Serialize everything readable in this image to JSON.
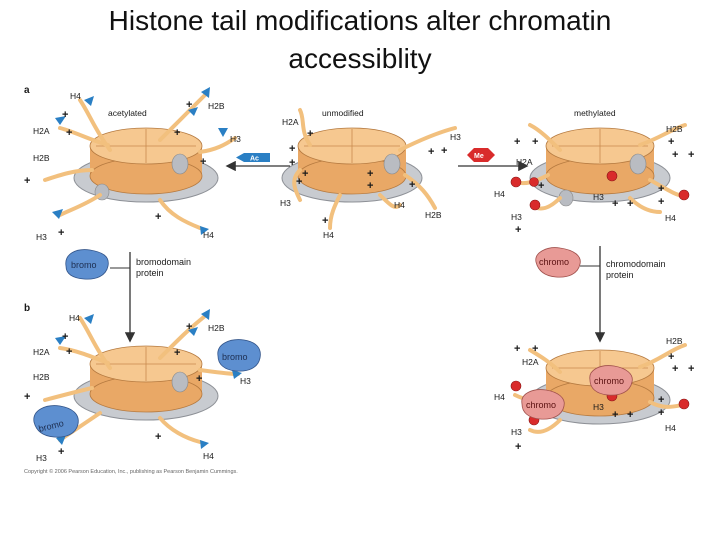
{
  "title": {
    "line1": "Histone tail modifications alter chromatin",
    "line2": "accessiblity"
  },
  "panels": {
    "a": "a",
    "b": "b"
  },
  "states": {
    "acetylated": "acetylated",
    "unmodified": "unmodified",
    "methylated": "methylated"
  },
  "histones": {
    "h2a": "H2A",
    "h2b": "H2B",
    "h3": "H3",
    "h4": "H4"
  },
  "plus": "+",
  "tags": {
    "ac": "Ac",
    "me": "Me"
  },
  "proteins": {
    "bromo": "bromo",
    "chromo": "chromo",
    "bromodomain_line1": "bromodomain",
    "bromodomain_line2": "protein",
    "chromodomain_line1": "chromodomain",
    "chromodomain_line2": "protein"
  },
  "copyright": "Copyright © 2006 Pearson Education, Inc., publishing as Pearson Benjamin Cummings.",
  "colors": {
    "nucleosome_top": "#f6c890",
    "nucleosome_side": "#e9a866",
    "dna_ring": "#c8cbd0",
    "tail": "#f2c07e",
    "acetyl_flag": "#2a7fc4",
    "methyl_dot": "#d92b2b",
    "bromo_protein": "#5d8fd0",
    "chromo_protein": "#e89a96"
  }
}
